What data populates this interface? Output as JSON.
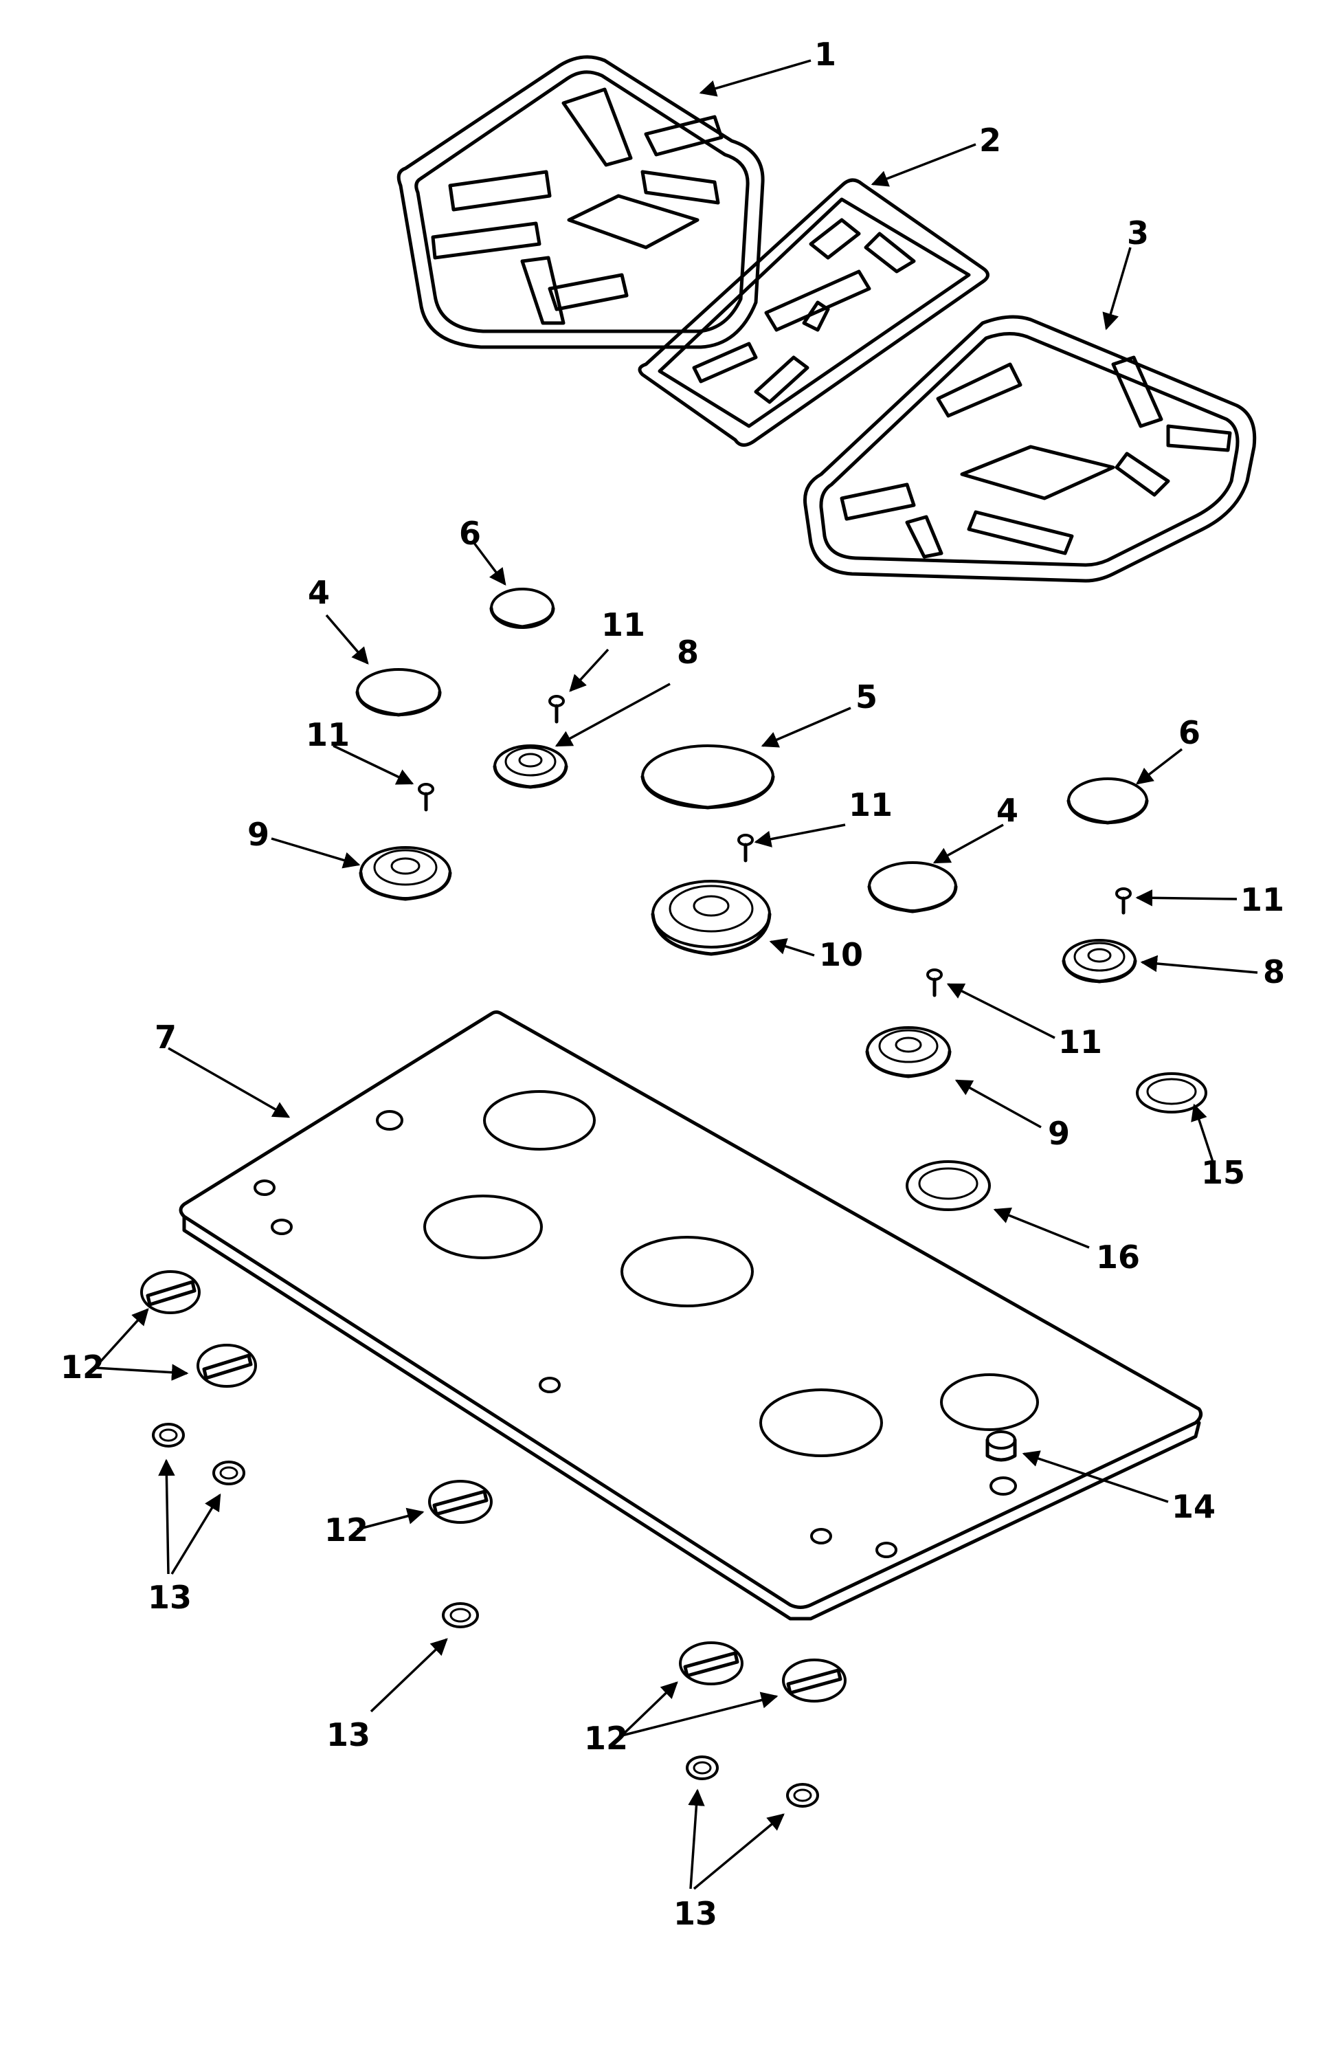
{
  "diagram": {
    "callouts": {
      "c1": "1",
      "c2": "2",
      "c3": "3",
      "c4a": "4",
      "c4b": "4",
      "c5": "5",
      "c6a": "6",
      "c6b": "6",
      "c7": "7",
      "c8a": "8",
      "c8b": "8",
      "c9a": "9",
      "c9b": "9",
      "c10": "10",
      "c11a": "11",
      "c11b": "11",
      "c11c": "11",
      "c11d": "11",
      "c11e": "11",
      "c12a": "12",
      "c12b": "12",
      "c12c": "12",
      "c13a": "13",
      "c13b": "13",
      "c13c": "13",
      "c14": "14",
      "c15": "15",
      "c16": "16"
    }
  }
}
